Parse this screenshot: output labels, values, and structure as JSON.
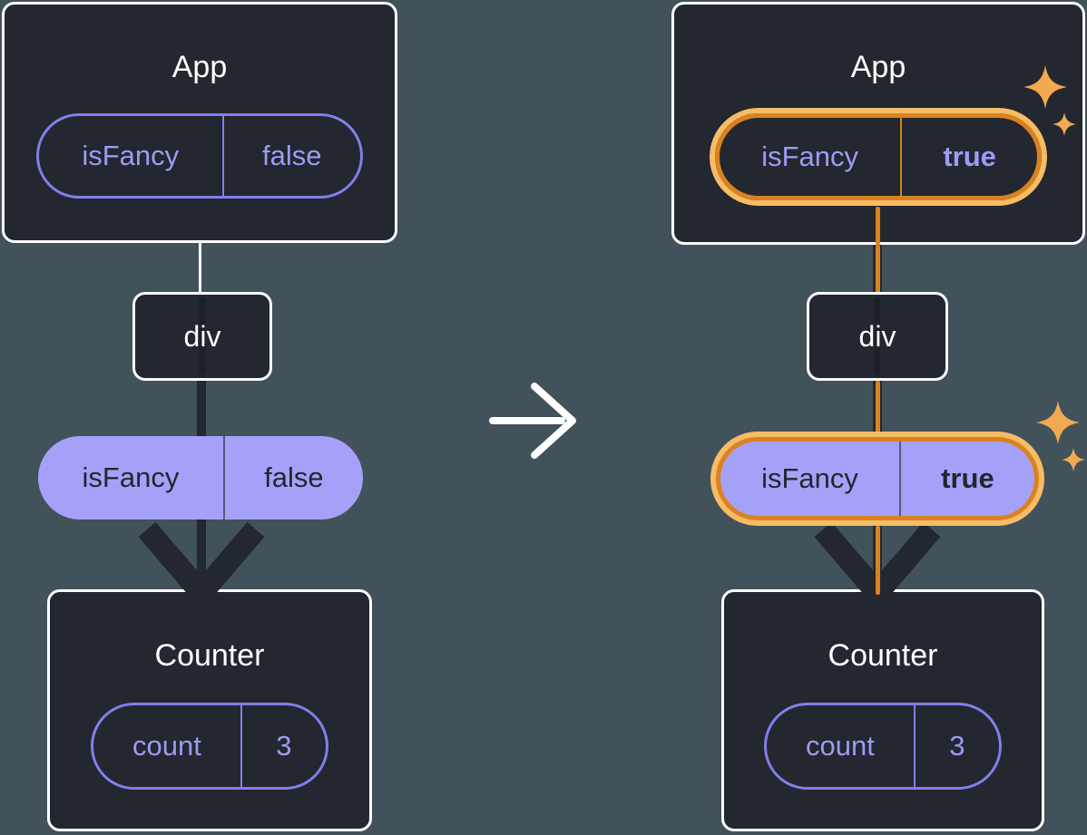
{
  "colors": {
    "background": "#42525A",
    "box_fill": "#23272F",
    "box_border": "#FFFFFF",
    "purple_text": "#9D9BF3",
    "purple_border": "#837EEC",
    "pill_fill": "#A6A1F8",
    "pill_text_dark": "#23272F",
    "arrow_dark": "#23272F",
    "highlight_orange": "#D9821F",
    "highlight_glow": "#F6BC66",
    "sparkle": "#F2A94F",
    "connector_white": "#FFFFFF"
  },
  "left_tree": {
    "app": {
      "title": "App",
      "state_name": "isFancy",
      "state_value": "false"
    },
    "div": {
      "label": "div"
    },
    "prop": {
      "name": "isFancy",
      "value": "false"
    },
    "counter": {
      "title": "Counter",
      "state_name": "count",
      "state_value": "3"
    }
  },
  "right_tree": {
    "app": {
      "title": "App",
      "state_name": "isFancy",
      "state_value": "true"
    },
    "div": {
      "label": "div"
    },
    "prop": {
      "name": "isFancy",
      "value": "true"
    },
    "counter": {
      "title": "Counter",
      "state_name": "count",
      "state_value": "3"
    }
  }
}
